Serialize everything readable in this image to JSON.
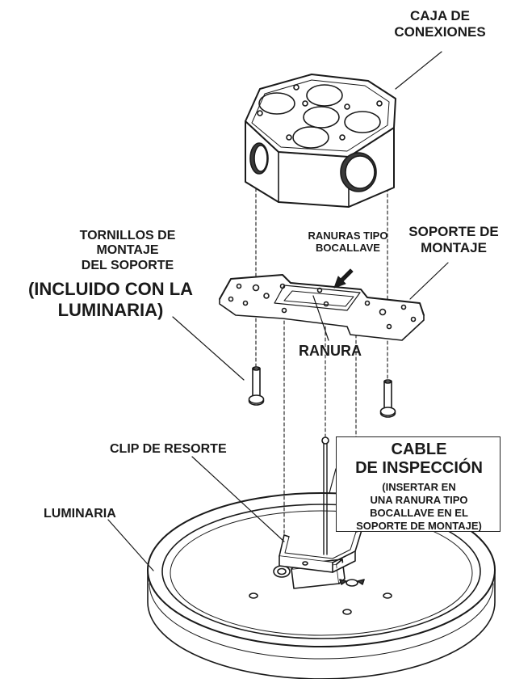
{
  "labels": {
    "caja": [
      "CAJA DE",
      "CONEXIONES"
    ],
    "tornillos": [
      "TORNILLOS DE",
      "MONTAJE",
      "DEL SOPORTE"
    ],
    "incluido": [
      "(INCLUIDO CON LA",
      "LUMINARIA)"
    ],
    "ranuras_tipo": [
      "RANURAS TIPO",
      "BOCALLAVE"
    ],
    "soporte": [
      "SOPORTE DE",
      "MONTAJE"
    ],
    "ranura": "RANURA",
    "clip": "CLIP DE RESORTE",
    "luminaria": "LUMINARIA",
    "cable_title": [
      "CABLE",
      "DE INSPECCIÓN"
    ],
    "cable_note": [
      "(INSERTAR EN",
      "UNA RANURA TIPO",
      "BOCALLAVE EN EL",
      "SOPORTE DE MONTAJE)"
    ]
  },
  "colors": {
    "line": "#1a1a1a",
    "fill": "#ffffff",
    "shade": "#3a3a3a"
  }
}
